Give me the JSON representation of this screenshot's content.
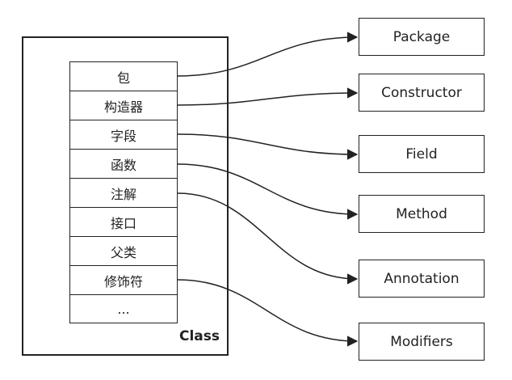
{
  "class_box": {
    "label": "Class"
  },
  "members": [
    "包",
    "构造器",
    "字段",
    "函数",
    "注解",
    "接口",
    "父类",
    "修饰符",
    "..."
  ],
  "targets": [
    "Package",
    "Constructor",
    "Field",
    "Method",
    "Annotation",
    "Modifiers"
  ],
  "colors": {
    "line": "#222222",
    "background": "#ffffff"
  }
}
